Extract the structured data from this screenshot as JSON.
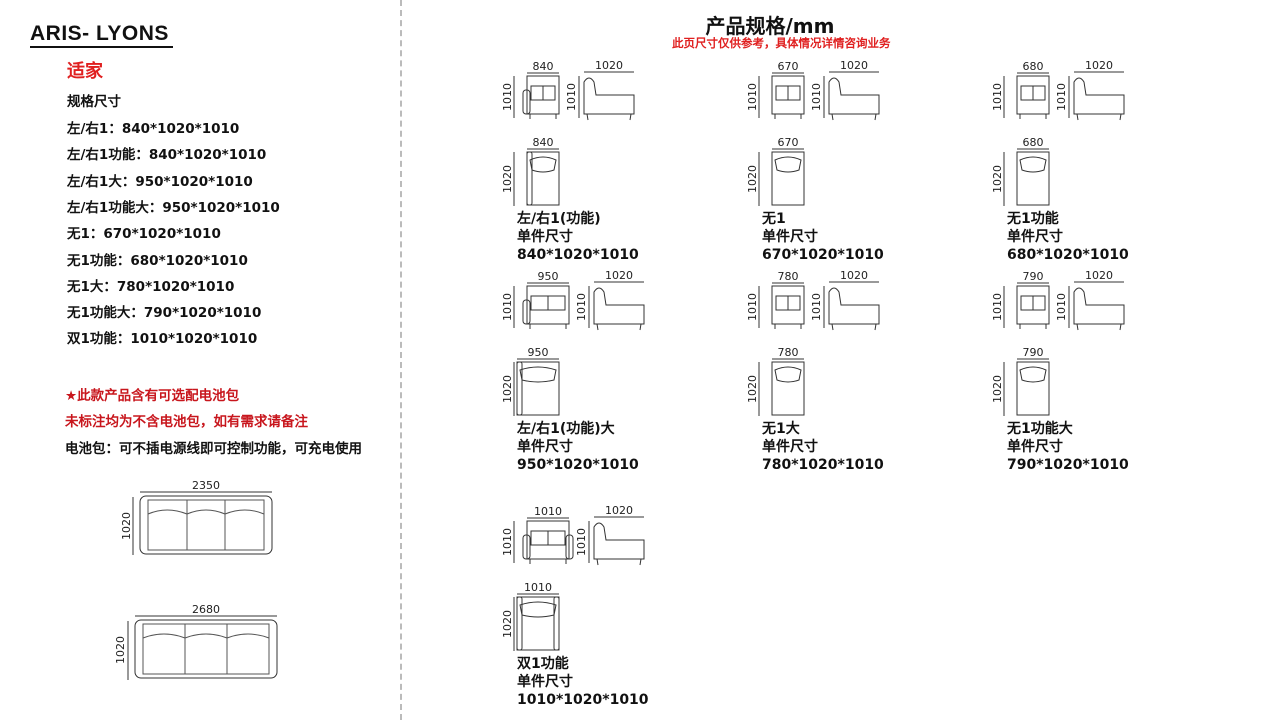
{
  "brand": "ARIS- LYONS",
  "series": "适家",
  "spec_heading": "规格尺寸",
  "spec_list": [
    "左/右1：840*1020*1010",
    "左/右1功能：840*1020*1010",
    "左/右1大：950*1020*1010",
    "左/右1功能大：950*1020*1010",
    "无1：670*1020*1010",
    "无1功能：680*1020*1010",
    "无1大：780*1020*1010",
    "无1功能大：790*1020*1010",
    "双1功能：1010*1020*1010"
  ],
  "notes": [
    "★此款产品含有可选配电池包",
    "未标注均为不含电池包，如有需求请备注",
    "电池包：可不插电源线即可控制功能，可充电使用"
  ],
  "combos": [
    {
      "width": "2350",
      "depth": "1020"
    },
    {
      "width": "2680",
      "depth": "1020"
    }
  ],
  "title": "产品规格/mm",
  "subtitle": "此页尺寸仅供参考，具体情况详情咨询业务",
  "cells": [
    {
      "name": "左/右1(功能)",
      "unit": "单件尺寸",
      "dims": "840*1020*1010",
      "w": "840",
      "d": "1020",
      "h": "1010",
      "arm": true
    },
    {
      "name": "无1",
      "unit": "单件尺寸",
      "dims": "670*1020*1010",
      "w": "670",
      "d": "1020",
      "h": "1010",
      "arm": false
    },
    {
      "name": "无1功能",
      "unit": "单件尺寸",
      "dims": "680*1020*1010",
      "w": "680",
      "d": "1020",
      "h": "1010",
      "arm": false
    },
    {
      "name": "左/右1(功能)大",
      "unit": "单件尺寸",
      "dims": "950*1020*1010",
      "w": "950",
      "d": "1020",
      "h": "1010",
      "arm": true
    },
    {
      "name": "无1大",
      "unit": "单件尺寸",
      "dims": "780*1020*1010",
      "w": "780",
      "d": "1020",
      "h": "1010",
      "arm": false
    },
    {
      "name": "无1功能大",
      "unit": "单件尺寸",
      "dims": "790*1020*1010",
      "w": "790",
      "d": "1020",
      "h": "1010",
      "arm": false
    },
    {
      "name": "双1功能",
      "unit": "单件尺寸",
      "dims": "1010*1020*1010",
      "w": "1010",
      "d": "1020",
      "h": "1010",
      "arm": "both"
    }
  ]
}
